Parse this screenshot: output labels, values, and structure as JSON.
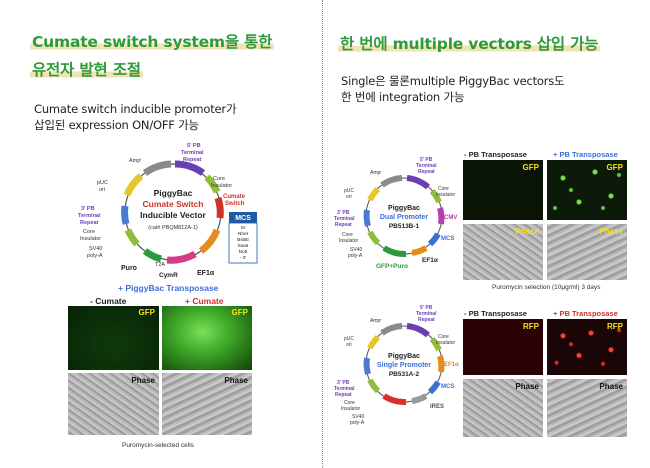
{
  "left": {
    "title_line1": "Cumate switch system을 통한",
    "title_line2": "유전자 발현 조절",
    "subtitle_line1": "Cumate switch inducible promoter가",
    "subtitle_line2": "삽입된 expression ON/OFF 가능",
    "vector": {
      "name_line1": "PiggyBac",
      "name_line2": "Cumate Switch",
      "name_line3": "Inducible Vector",
      "catalog": "(cat# PBQM812A-1)",
      "labels": {
        "amp": "Ampʳ",
        "puc": "pUC",
        "ori": "ori",
        "pb3_1": "3' PB",
        "pb3_2": "Terminal",
        "pb3_3": "Repeat",
        "core_left_1": "Core",
        "core_left_2": "Insulator",
        "sv40_1": "SV40",
        "sv40_2": "poly-A",
        "puro": "Puro",
        "cymr": "CymR",
        "ta": "T2A",
        "ef1": "EF1α",
        "pb5_1": "5' PB",
        "pb5_2": "Terminal",
        "pb5_3": "Repeat",
        "core_right_1": "Core",
        "core_right_2": "Insulator",
        "switch_1": "Cumate",
        "switch_2": "Switch"
      },
      "mcs": {
        "title": "MCS",
        "sites": [
          "Sr",
          "NheI",
          "BstBI",
          "SwaI",
          "NotI",
          "- 3'"
        ]
      }
    },
    "figure": {
      "header": "+ PiggyBac Transposase",
      "col_minus": "- Cumate",
      "col_plus": "+ Cumate",
      "gfp": "GFP",
      "phase": "Phase",
      "caption": "Puromycin-selected cells"
    }
  },
  "right": {
    "title": "한 번에 multiple vectors 삽입 가능",
    "subtitle_line1": "Single은 물론multiple PiggyBac vectors도",
    "subtitle_line2": "한 번에 integration 가능",
    "vector1": {
      "name_line1": "PiggyBac",
      "name_line2": "Dual Promoter",
      "name_line3": "PB513B-1",
      "labels": {
        "amp": "Ampʳ",
        "puc": "pUC",
        "ori": "ori",
        "pb3_1": "3' PB",
        "pb3_2": "Terminal",
        "pb3_3": "Repeat",
        "core_left_1": "Core",
        "core_left_2": "Insulator",
        "sv40_1": "SV40",
        "sv40_2": "poly-A",
        "gfp_puro": "GFP+Puro",
        "ef1": "EF1α",
        "mcs": "MCS",
        "cmv": "CMV",
        "pb5_1": "5' PB",
        "pb5_2": "Terminal",
        "pb5_3": "Repeat",
        "core_right_1": "Core",
        "core_right_2": "Insulator"
      }
    },
    "vector2": {
      "name_line1": "PiggyBac",
      "name_line2": "Single Promoter",
      "name_line3": "PB531A-2",
      "labels": {
        "amp": "Ampʳ",
        "puc": "pUC",
        "ori": "ori",
        "pb3_1": "3' PB",
        "pb3_2": "Terminal",
        "pb3_3": "Repeat",
        "core_left_1": "Core",
        "core_left_2": "Insulator",
        "sv40_1": "SV40",
        "sv40_2": "poly-A",
        "rfp": "RFP",
        "ires": "IRES",
        "mcs": "MCS",
        "ef1": "EF1α",
        "pb5_1": "5' PB",
        "pb5_2": "Terminal",
        "pb5_3": "Repeat",
        "core_right_1": "Core",
        "core_right_2": "Insulator"
      }
    },
    "figure1": {
      "col_minus": "- PB Transposase",
      "col_plus": "+ PB Transposase",
      "gfp": "GFP",
      "phase": "Phase",
      "caption": "Puromycin selection (10μg/ml) 3 days"
    },
    "figure2": {
      "col_minus": "- PB Transposase",
      "col_plus": "+ PB Transposase",
      "rfp": "RFP",
      "phase": "Phase"
    }
  },
  "colors": {
    "title_green": "#2e9a3a",
    "highlight": "#f2e3b3",
    "transposase_blue": "#3b6fd6",
    "cumate_red": "#d0312d",
    "gfp_yellow": "#f4e21a"
  }
}
